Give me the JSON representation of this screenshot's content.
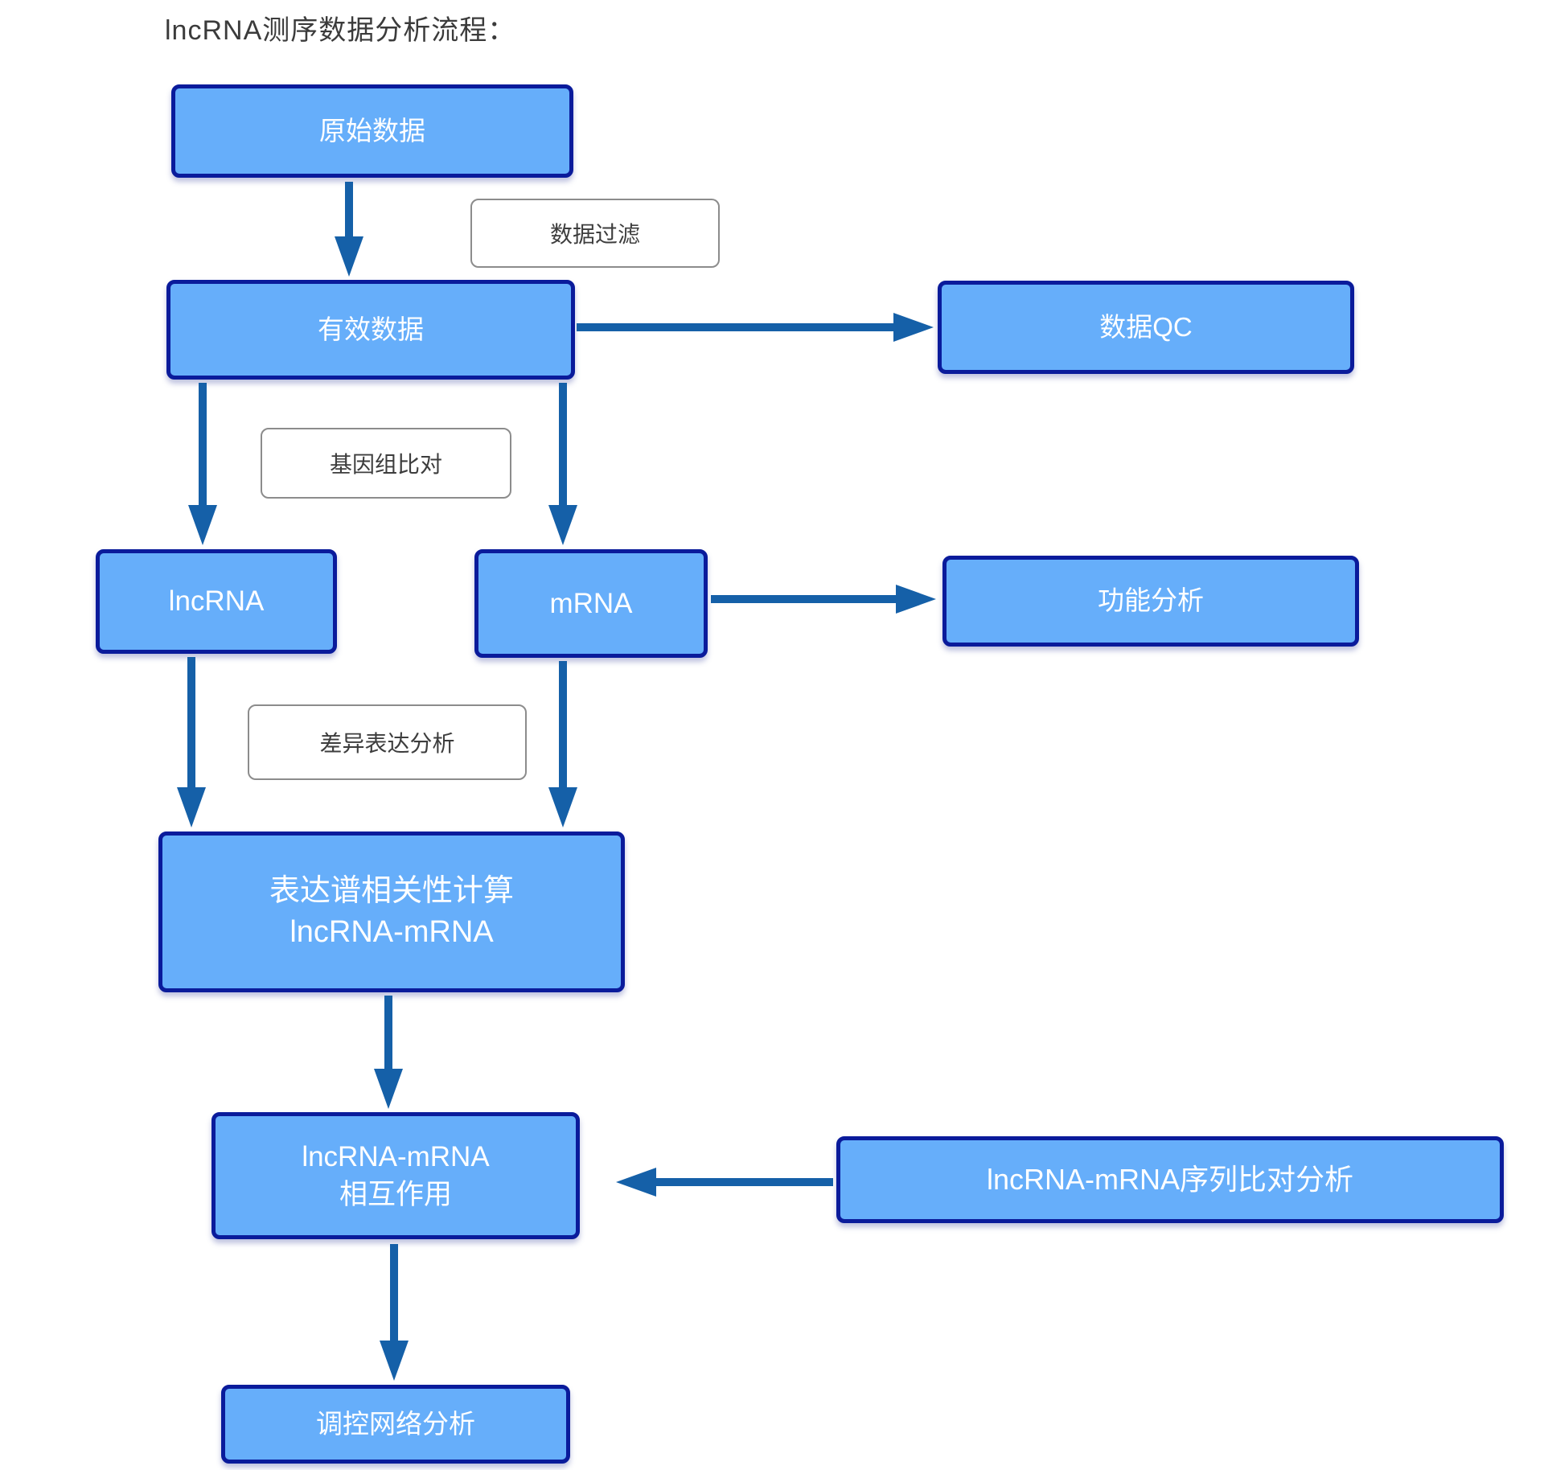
{
  "title": "lncRNA测序数据分析流程：",
  "nodes": {
    "raw": {
      "label": "原始数据"
    },
    "valid": {
      "label": "有效数据"
    },
    "qc": {
      "label": "数据QC"
    },
    "lncrna": {
      "label": "lncRNA"
    },
    "mrna": {
      "label": "mRNA"
    },
    "func": {
      "label": "功能分析"
    },
    "corr": {
      "line1": "表达谱相关性计算",
      "line2": "lncRNA-mRNA"
    },
    "interaction": {
      "line1": "lncRNA-mRNA",
      "line2": "相互作用"
    },
    "seq_align": {
      "label": "lncRNA-mRNA序列比对分析"
    },
    "network": {
      "label": "调控网络分析"
    }
  },
  "step_labels": {
    "filter": {
      "label": "数据过滤"
    },
    "genome_align": {
      "label": "基因组比对"
    },
    "diff_expr": {
      "label": "差异表达分析"
    }
  },
  "edges": [
    {
      "from": "原始数据",
      "to": "有效数据",
      "via": "数据过滤"
    },
    {
      "from": "有效数据",
      "to": "数据QC"
    },
    {
      "from": "有效数据",
      "to": "lncRNA",
      "via": "基因组比对"
    },
    {
      "from": "有效数据",
      "to": "mRNA",
      "via": "基因组比对"
    },
    {
      "from": "mRNA",
      "to": "功能分析"
    },
    {
      "from": "lncRNA",
      "to": "表达谱相关性计算 lncRNA-mRNA",
      "via": "差异表达分析"
    },
    {
      "from": "mRNA",
      "to": "表达谱相关性计算 lncRNA-mRNA",
      "via": "差异表达分析"
    },
    {
      "from": "表达谱相关性计算 lncRNA-mRNA",
      "to": "lncRNA-mRNA 相互作用"
    },
    {
      "from": "lncRNA-mRNA序列比对分析",
      "to": "lncRNA-mRNA 相互作用"
    },
    {
      "from": "lncRNA-mRNA 相互作用",
      "to": "调控网络分析"
    }
  ],
  "colors": {
    "node_fill": "#66aefa",
    "node_border": "#0a1b9b",
    "node_text": "#ffffff",
    "arrow": "#1560a8",
    "label_fill": "#ffffff",
    "label_border": "#8c8c8c",
    "label_text": "#3d3d3d",
    "title_text": "#3b3b3b",
    "background": "#ffffff"
  }
}
